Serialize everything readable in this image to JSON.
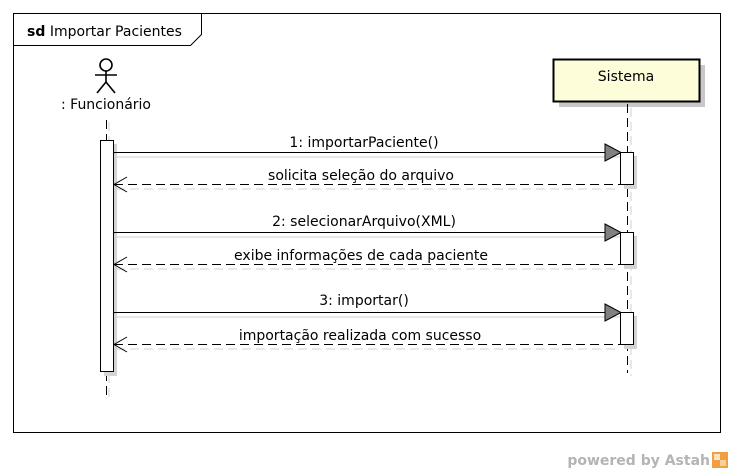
{
  "frame": {
    "keyword": "sd",
    "name": "Importar Pacientes"
  },
  "lifelines": {
    "actor": {
      "label": ": Funcionário"
    },
    "system": {
      "label": "Sistema"
    }
  },
  "messages": [
    {
      "number": "1:",
      "text": "importarPaciente()",
      "kind": "sync"
    },
    {
      "text": "solicita seleção do arquivo",
      "kind": "reply"
    },
    {
      "number": "2:",
      "text": "selecionarArquivo(XML)",
      "kind": "sync"
    },
    {
      "text": "exibe informações de cada paciente",
      "kind": "reply"
    },
    {
      "number": "3:",
      "text": "importar()",
      "kind": "sync"
    },
    {
      "text": "importação realizada com sucesso",
      "kind": "reply"
    }
  ],
  "watermark": {
    "text": "powered by Astah"
  },
  "colors": {
    "system_box_fill": "#fdfdd9",
    "shadow": "#c8c8c8",
    "arrowhead": "#808080",
    "watermark": "#b4b4b4",
    "logo_orange": "#f0a040"
  }
}
